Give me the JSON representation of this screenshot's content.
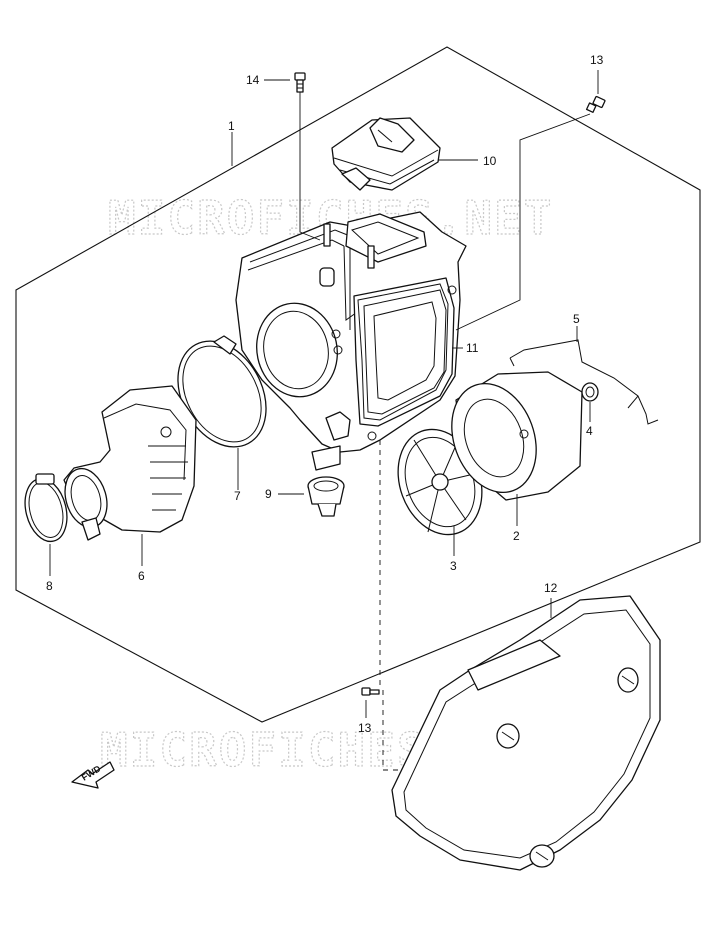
{
  "watermarks": [
    "MICROFICHES.NET",
    "MICROFICHES.NET"
  ],
  "fwd_label": "FWD",
  "callouts": [
    {
      "id": "c1",
      "label": "1"
    },
    {
      "id": "c2",
      "label": "2"
    },
    {
      "id": "c3",
      "label": "3"
    },
    {
      "id": "c4",
      "label": "4"
    },
    {
      "id": "c5",
      "label": "5"
    },
    {
      "id": "c6",
      "label": "6"
    },
    {
      "id": "c7",
      "label": "7"
    },
    {
      "id": "c8",
      "label": "8"
    },
    {
      "id": "c9",
      "label": "9"
    },
    {
      "id": "c10",
      "label": "10"
    },
    {
      "id": "c11",
      "label": "11"
    },
    {
      "id": "c12",
      "label": "12"
    },
    {
      "id": "c13a",
      "label": "13"
    },
    {
      "id": "c13b",
      "label": "13"
    },
    {
      "id": "c14",
      "label": "14"
    }
  ]
}
